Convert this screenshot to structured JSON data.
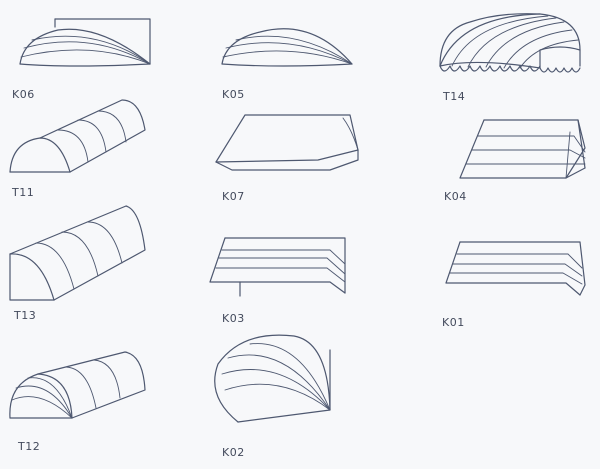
{
  "figure": {
    "items": [
      {
        "code": "K06"
      },
      {
        "code": "K05"
      },
      {
        "code": "T14"
      },
      {
        "code": "T11"
      },
      {
        "code": "K07"
      },
      {
        "code": "K04"
      },
      {
        "code": "T13"
      },
      {
        "code": "K03"
      },
      {
        "code": "K01"
      },
      {
        "code": "T12"
      },
      {
        "code": "K02"
      }
    ]
  },
  "colors": {
    "line": "#4e5870",
    "background": "#f7f8fa"
  }
}
